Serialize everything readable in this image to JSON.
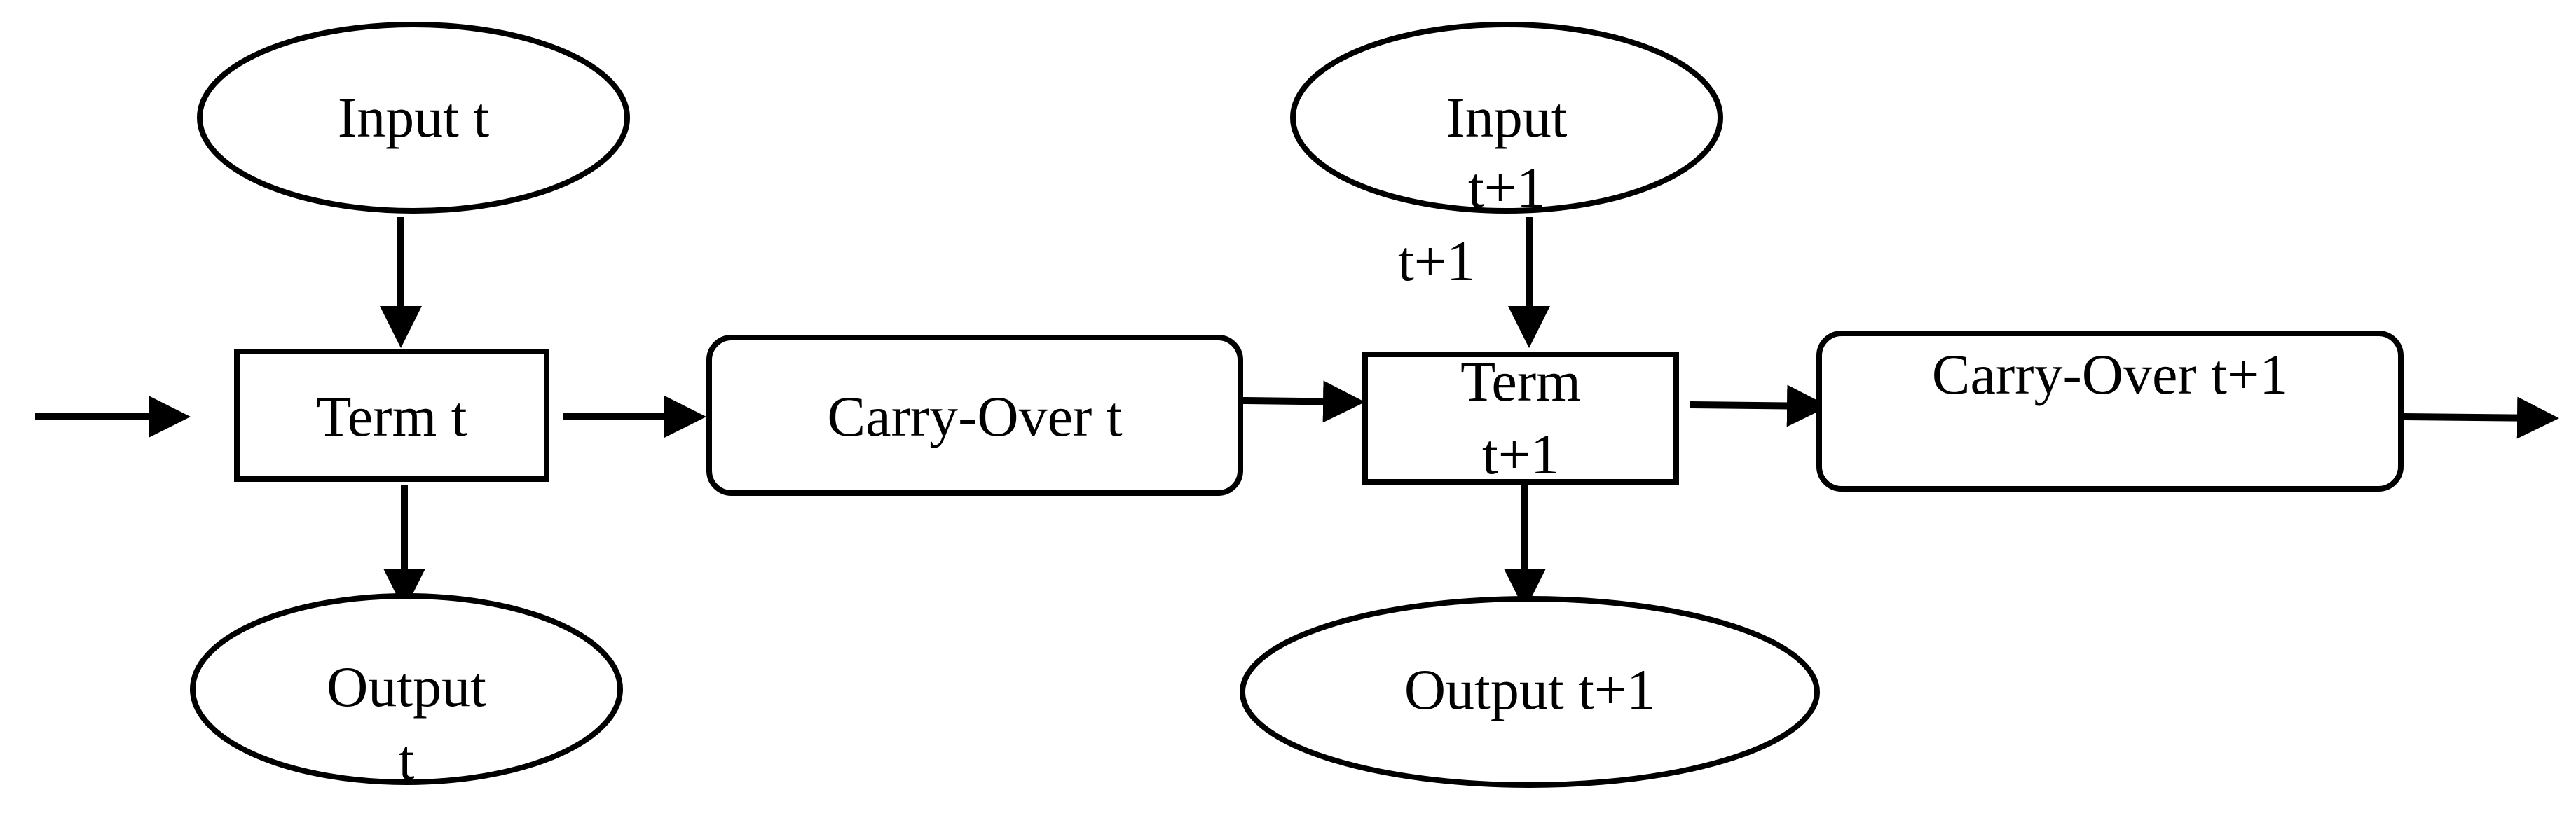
{
  "nodes": {
    "input_t": {
      "label": "Input t"
    },
    "term_t": {
      "label": "Term t"
    },
    "output_t": {
      "line1": "Output",
      "line2": "t"
    },
    "carry_over_t": {
      "label": "Carry-Over t"
    },
    "input_t1": {
      "line1": "Input",
      "line2": "t+1"
    },
    "input_t1_side_label": "t+1",
    "term_t1": {
      "line1": "Term",
      "line2": "t+1"
    },
    "output_t1": {
      "label": "Output t+1"
    },
    "carry_over_t1": {
      "label": "Carry-Over t+1"
    }
  },
  "colors": {
    "stroke": "#000000",
    "fill": "#ffffff"
  }
}
